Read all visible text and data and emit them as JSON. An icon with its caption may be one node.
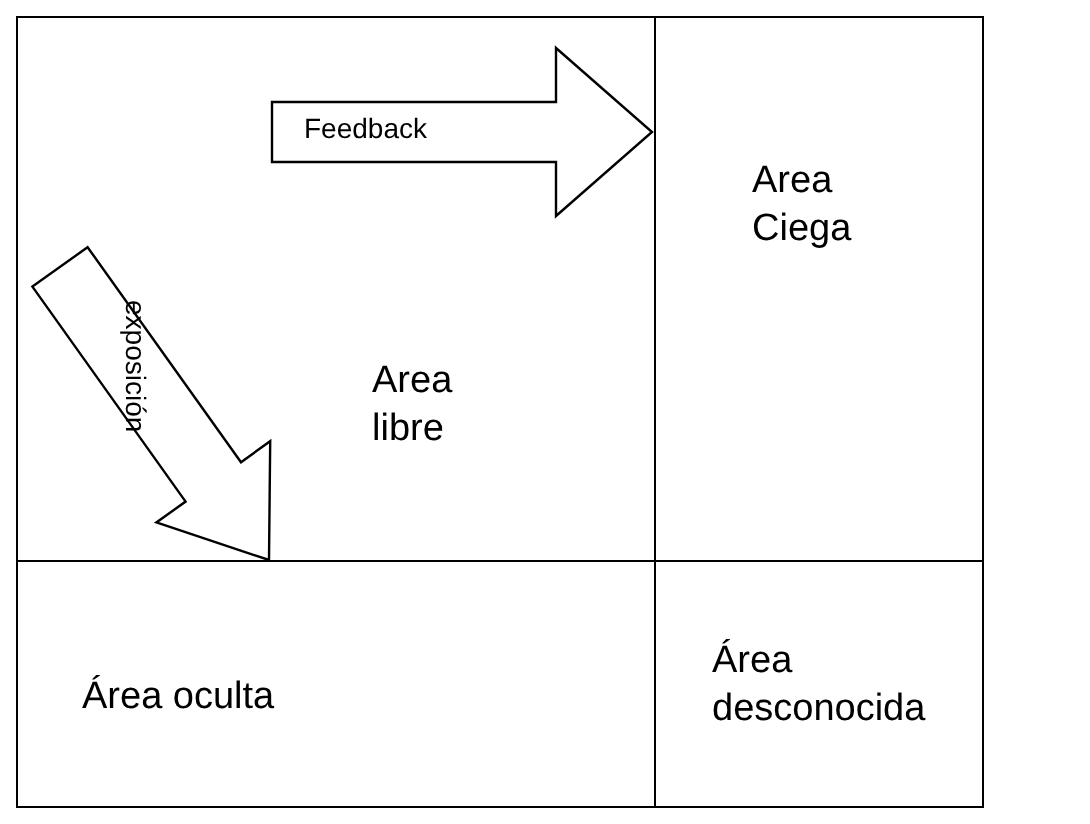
{
  "diagram": {
    "nodes": [
      {
        "text": [
          "Area libre"
        ]
      },
      {
        "text": [
          "Area Ciega"
        ]
      },
      {
        "text": [
          "Área oculta"
        ]
      },
      {
        "text": [
          "Área desconocida"
        ]
      }
    ],
    "edges": [
      {
        "from": 0,
        "to": 1,
        "arrow": "to",
        "label": "Feedback"
      },
      {
        "from": 0,
        "to": 2,
        "arrow": "to",
        "label": "exposición"
      }
    ]
  }
}
